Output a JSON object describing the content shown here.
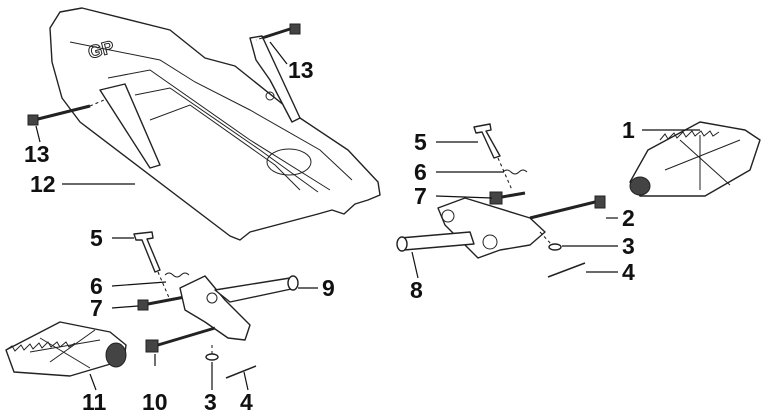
{
  "diagram": {
    "callouts": [
      {
        "id": "c1",
        "label": "1"
      },
      {
        "id": "c2",
        "label": "2"
      },
      {
        "id": "c3r",
        "label": "3"
      },
      {
        "id": "c4r",
        "label": "4"
      },
      {
        "id": "c5r",
        "label": "5"
      },
      {
        "id": "c6r",
        "label": "6"
      },
      {
        "id": "c7r",
        "label": "7"
      },
      {
        "id": "c8",
        "label": "8"
      },
      {
        "id": "c9",
        "label": "9"
      },
      {
        "id": "c10",
        "label": "10"
      },
      {
        "id": "c11",
        "label": "11"
      },
      {
        "id": "c12",
        "label": "12"
      },
      {
        "id": "c13a",
        "label": "13"
      },
      {
        "id": "c13b",
        "label": "13"
      },
      {
        "id": "c5l",
        "label": "5"
      },
      {
        "id": "c6l",
        "label": "6"
      },
      {
        "id": "c7l",
        "label": "7"
      },
      {
        "id": "c3l",
        "label": "3"
      },
      {
        "id": "c4l",
        "label": "4"
      }
    ],
    "plate_logo": "GP"
  }
}
